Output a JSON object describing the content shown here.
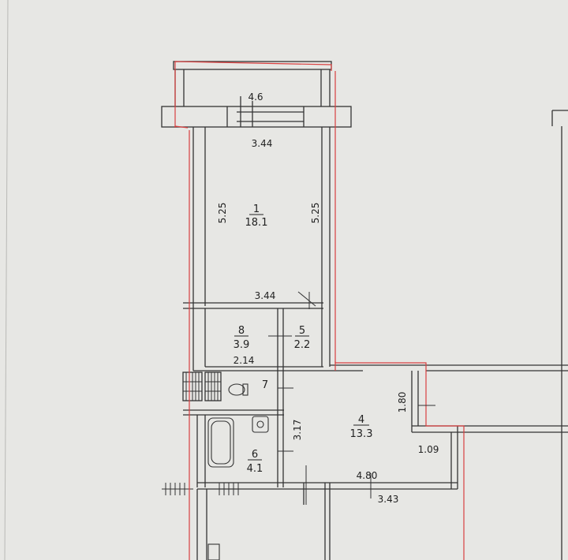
{
  "rooms": [
    {
      "number": "1",
      "area": "18.1"
    },
    {
      "number": "8",
      "area": "3.9"
    },
    {
      "number": "5",
      "area": "2.2"
    },
    {
      "number": "7",
      "area": ""
    },
    {
      "number": "4",
      "area": "13.3"
    },
    {
      "number": "6",
      "area": "4.1"
    }
  ],
  "dimensions": {
    "balcony_width": "4.6",
    "room1_top_width": "3.44",
    "room1_left_height": "5.25",
    "room1_right_height": "5.25",
    "room1_bottom_width": "3.44",
    "room8_width": "2.14",
    "corridor_height": "3.17",
    "hall_offset": "1.80",
    "hall_right_width": "1.09",
    "hall_width": "4.80",
    "lower_room_width": "3.43"
  }
}
